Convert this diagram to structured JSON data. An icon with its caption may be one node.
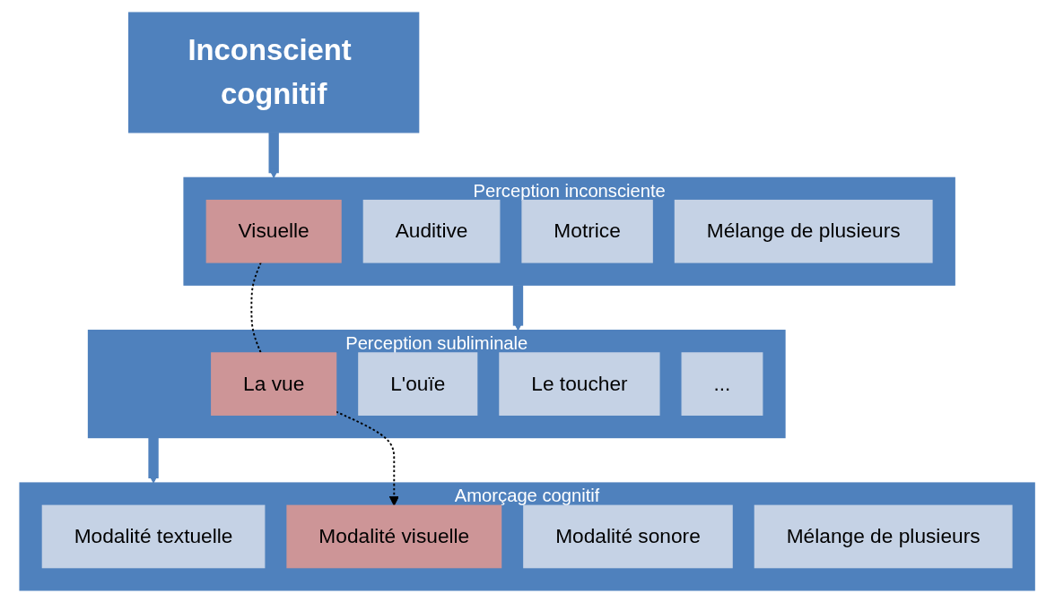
{
  "diagram": {
    "nodes": [
      {
        "text": [
          "Inconscient cognitif"
        ]
      },
      {
        "text": [
          "Perception inconsciente"
        ]
      },
      {
        "text": [
          "Visuelle"
        ],
        "in": 1
      },
      {
        "text": [
          "Auditive"
        ],
        "in": 1
      },
      {
        "text": [
          "Motrice"
        ],
        "in": 1
      },
      {
        "text": [
          "Mélange de plusieurs"
        ],
        "in": 1
      },
      {
        "text": [
          "Perception subliminale"
        ]
      },
      {
        "text": [
          "La vue"
        ],
        "in": 6
      },
      {
        "text": [
          "L'ouïe"
        ],
        "in": 6
      },
      {
        "text": [
          "Le toucher"
        ],
        "in": 6
      },
      {
        "text": [
          "..."
        ],
        "in": 6
      },
      {
        "text": [
          "Amorçage cognitif"
        ]
      },
      {
        "text": [
          "Modalité textuelle"
        ],
        "in": 11
      },
      {
        "text": [
          "Modalité visuelle"
        ],
        "in": 11
      },
      {
        "text": [
          "Modalité sonore"
        ],
        "in": 11
      },
      {
        "text": [
          "Mélange de plusieurs"
        ],
        "in": 11
      }
    ],
    "edges": [
      {
        "from": 0,
        "to": 1,
        "arrow": "to"
      },
      {
        "from": 1,
        "to": 6,
        "arrow": "to"
      },
      {
        "from": 6,
        "to": 11,
        "arrow": "to"
      },
      {
        "from": 2,
        "to": 7,
        "arrow": "none",
        "style": "dashed",
        "color": "#000000"
      },
      {
        "from": 7,
        "to": 13,
        "arrow": "to",
        "style": "dashed",
        "color": "#000000"
      }
    ]
  }
}
